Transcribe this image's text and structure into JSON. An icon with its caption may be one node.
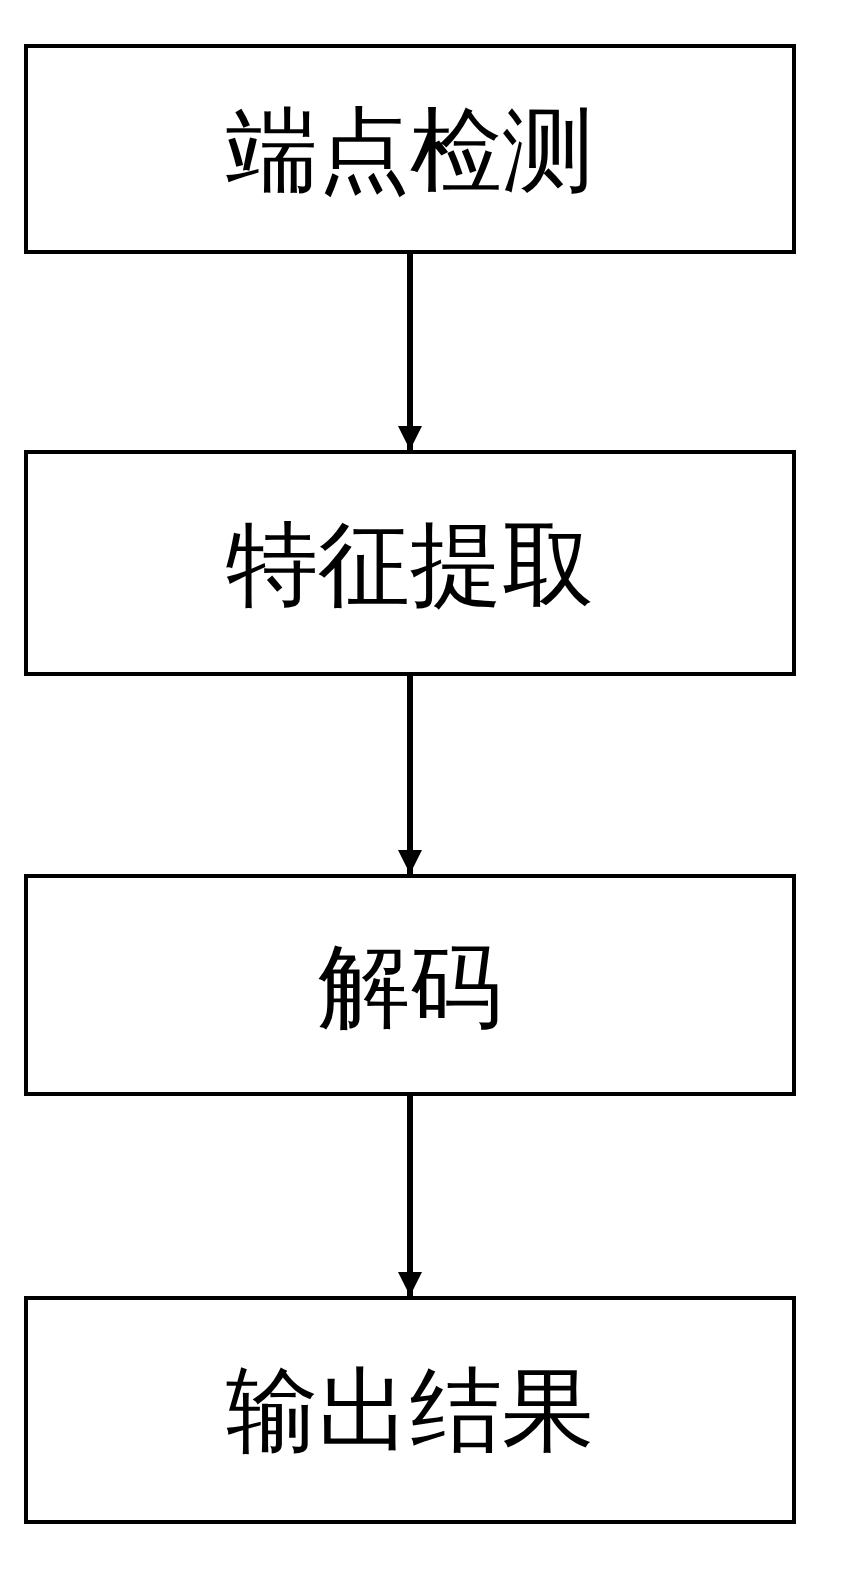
{
  "diagram": {
    "nodes": [
      {
        "text": [
          "端点检测"
        ]
      },
      {
        "text": [
          "特征提取"
        ]
      },
      {
        "text": [
          "解码"
        ]
      },
      {
        "text": [
          "输出结果"
        ]
      }
    ],
    "edges": [
      {
        "from": 0,
        "to": 1,
        "arrow": "to"
      },
      {
        "from": 1,
        "to": 2,
        "arrow": "to"
      },
      {
        "from": 2,
        "to": 3,
        "arrow": "to"
      }
    ]
  }
}
